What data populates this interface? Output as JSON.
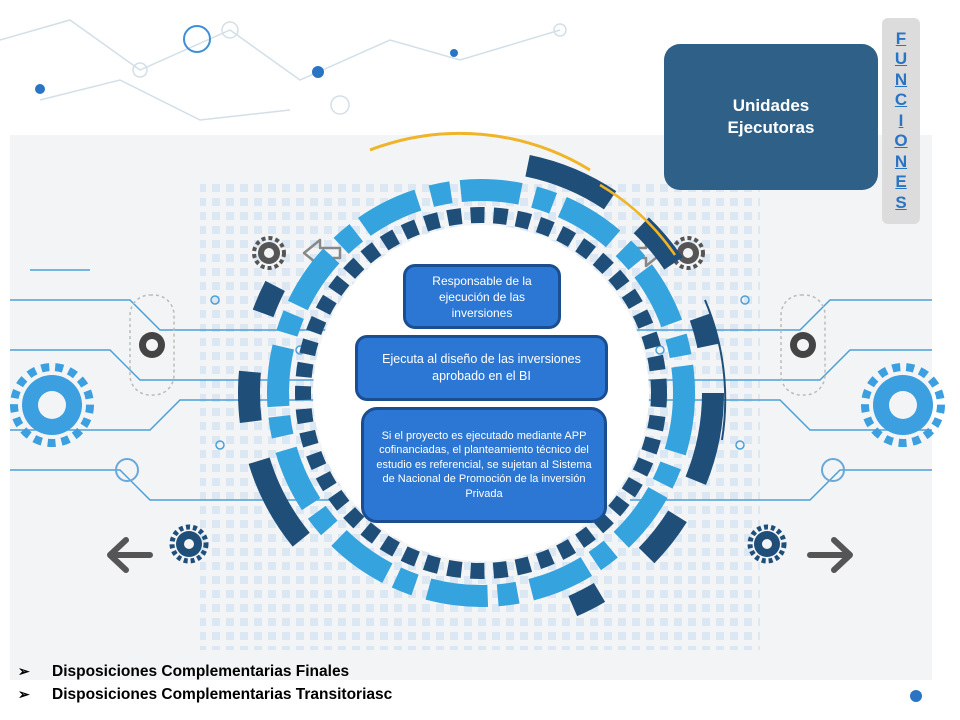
{
  "side_tab": {
    "letters": [
      "F",
      "U",
      "N",
      "C",
      "I",
      "O",
      "N",
      "E",
      "S"
    ]
  },
  "unit_card": {
    "title": "Unidades Ejecutoras"
  },
  "functions": [
    {
      "text": "Responsable de la ejecución de las inversiones"
    },
    {
      "text": "Ejecuta al diseño de las inversiones aprobado  en el BI"
    },
    {
      "text": "Si el proyecto es ejecutado mediante APP  cofinanciadas, el planteamiento técnico del estudio es referencial, se sujetan al Sistema de Nacional de Promoción de la inversión Privada"
    }
  ],
  "bullets": [
    {
      "icon": "arrow-bullet-icon",
      "text": "Disposiciones Complementarias Finales"
    },
    {
      "icon": "arrow-bullet-icon",
      "text": "Disposiciones Complementarias Transitoriasc"
    }
  ],
  "colors": {
    "card": "#2e6088",
    "pill": "#2c77d3",
    "tab_letters": "#2a74c4",
    "ring_dark": "#1f4e79",
    "ring_light": "#35a3dd",
    "ring_accent": "#f0b428"
  }
}
